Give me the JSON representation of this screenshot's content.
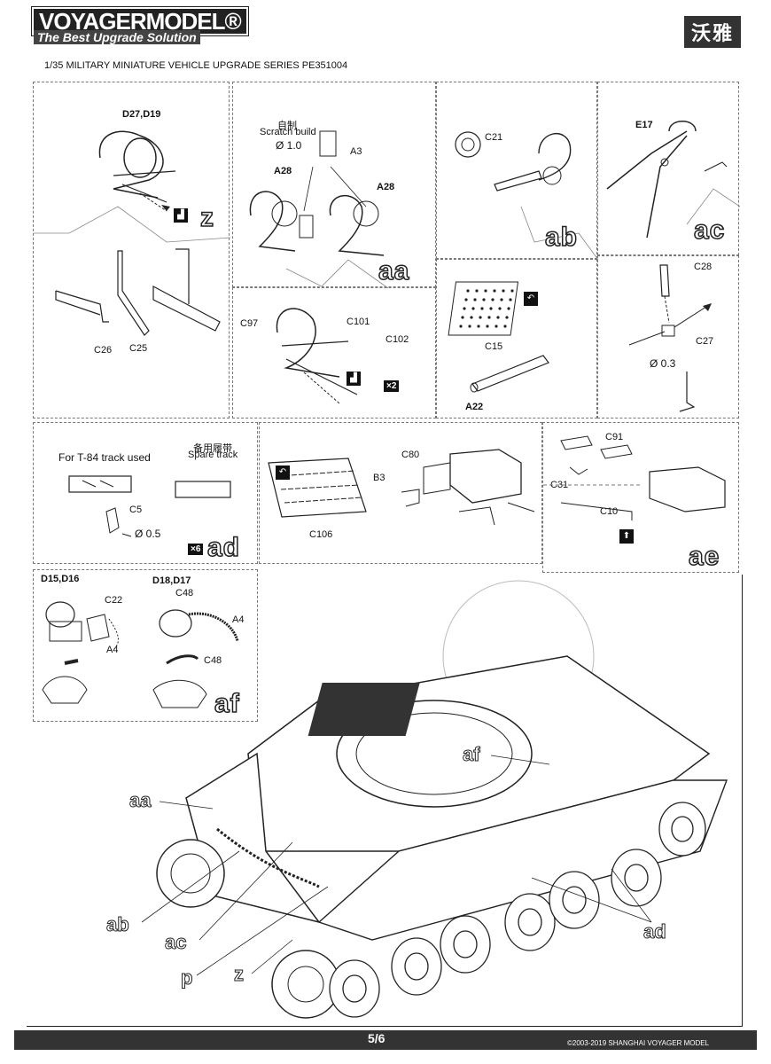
{
  "header": {
    "brand": "VOYAGERMODEL®",
    "tagline": "The Best Upgrade Solution",
    "brand_cn": "沃雅",
    "series": "1/35 MILITARY MINIATURE VEHICLE  UPGRADE SERIES PE351004"
  },
  "panels": {
    "z": {
      "step": "z",
      "parts_top": "D27,D19",
      "parts_bottom": [
        "C26",
        "C25"
      ]
    },
    "aa": {
      "step": "aa",
      "scratch_cn": "自制",
      "scratch": "Scratch build",
      "wire": "Ø 1.0",
      "parts": [
        "A3",
        "A28",
        "A28"
      ]
    },
    "c97": {
      "parts": [
        "C97",
        "C101",
        "C102"
      ],
      "multiplier": "×2"
    },
    "ab": {
      "step": "ab",
      "part": "C21"
    },
    "c15": {
      "parts": [
        "C15",
        "A22"
      ]
    },
    "ac": {
      "step": "ac",
      "part": "E17"
    },
    "c28": {
      "parts": [
        "C28",
        "C27"
      ],
      "wire": "Ø 0.3"
    },
    "ad": {
      "step": "ad",
      "track_note": "For T-84 track used",
      "spare_cn": "备用履带",
      "spare": "Spare track",
      "parts": [
        "C5"
      ],
      "wire": "Ø 0.5",
      "multiplier": "×6"
    },
    "c106": {
      "parts": [
        "C106",
        "C80",
        "B3"
      ]
    },
    "ae": {
      "step": "ae",
      "parts": [
        "C91",
        "C31",
        "C10"
      ]
    },
    "af": {
      "step": "af",
      "parts_left": "D15,D16",
      "parts_right": "D18,D17",
      "labels": [
        "C22",
        "A4",
        "C48",
        "A4",
        "C48"
      ]
    }
  },
  "vehicle": {
    "callouts": [
      "aa",
      "af",
      "ab",
      "ac",
      "p",
      "z",
      "ad"
    ]
  },
  "footer": {
    "page": "5/6",
    "copyright": "©2003-2019 SHANGHAI VOYAGER MODEL"
  },
  "colors": {
    "ink": "#111111",
    "footer_bg": "#333333",
    "paper": "#ffffff"
  }
}
